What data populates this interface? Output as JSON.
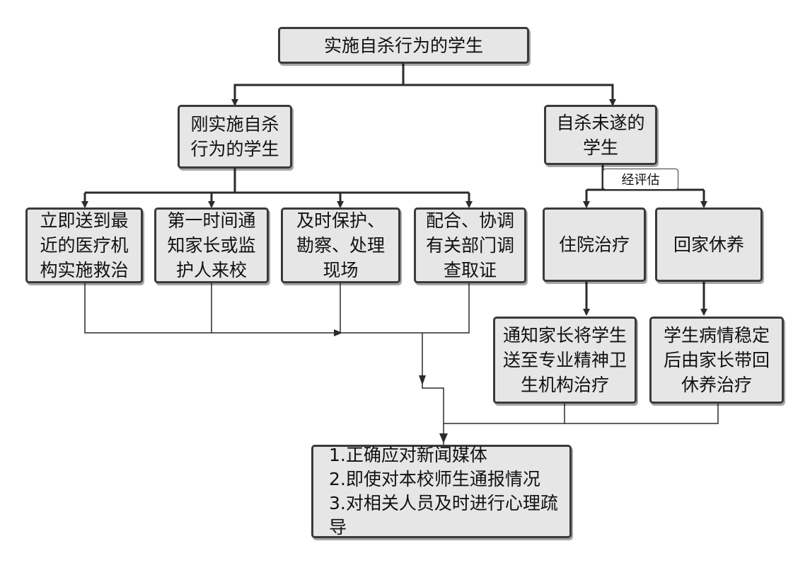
{
  "nodes": {
    "root": "实施自杀行为的学生",
    "just_acted": "刚实施自杀\n行为的学生",
    "failed_attempt": "自杀未遂的\n学生",
    "send_medical": "立即送到最\n近的医疗机\n构实施救治",
    "notify_parents": "第一时间通\n知家长或监\n护人来校",
    "protect_scene": "及时保护、\n勘察、处理\n现场",
    "cooperate": "配合、协调\n有关部门调\n查取证",
    "hospital": "住院治疗",
    "home_rest": "回家休养",
    "notify_transfer": "通知家长将学生\n送至专业精神卫\n生机构治疗",
    "stable_home": "学生病情稳定\n后由家长带回\n休养治疗",
    "final_actions": "1.正确应对新闻媒体\n2.即使对本校师生通报情况\n3.对相关人员及时进行心理疏导"
  },
  "edge_labels": {
    "assessed": "经评估"
  },
  "colors": {
    "node_fill": "#e6e6e6",
    "node_border": "#3a3a3a",
    "line": "#2b2b2b"
  }
}
